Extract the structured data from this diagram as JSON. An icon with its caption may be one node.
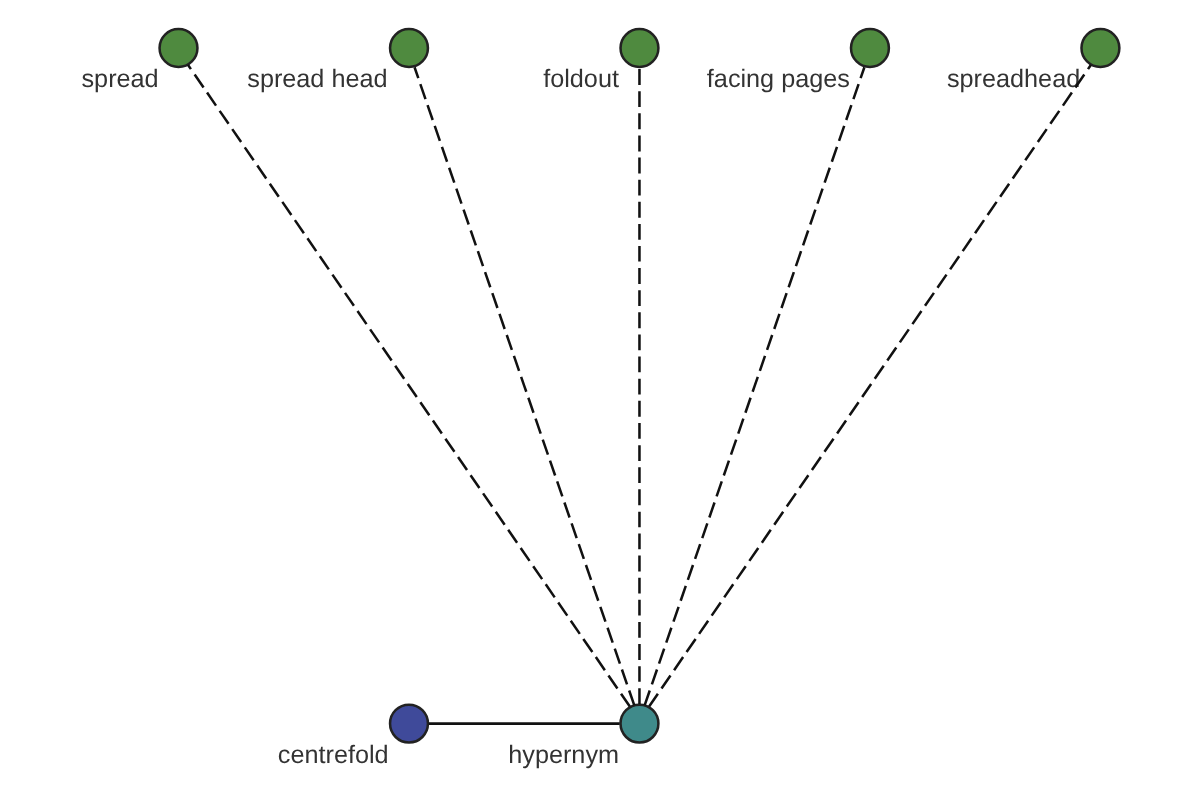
{
  "diagram": {
    "nodes": [
      {
        "text": [],
        "shape": "circle",
        "beside": [
          "spread"
        ]
      },
      {
        "text": [],
        "shape": "circle",
        "beside": [
          "spread head"
        ]
      },
      {
        "text": [],
        "shape": "circle",
        "beside": [
          "foldout"
        ]
      },
      {
        "text": [],
        "shape": "circle",
        "beside": [
          "centrefold"
        ]
      },
      {
        "text": [],
        "shape": "circle",
        "beside": [
          "hypernym"
        ]
      },
      {
        "text": [],
        "shape": "circle",
        "beside": [
          "facing pages"
        ]
      },
      {
        "text": [],
        "shape": "circle",
        "beside": [
          "spreadhead"
        ]
      }
    ],
    "edges": [
      {
        "from": 3,
        "to": 4,
        "arrow": "none"
      },
      {
        "from": 4,
        "to": 0,
        "arrow": "none",
        "style": "dashed"
      },
      {
        "from": 4,
        "to": 1,
        "arrow": "none",
        "style": "dashed"
      },
      {
        "from": 4,
        "to": 2,
        "arrow": "none",
        "style": "dashed"
      },
      {
        "from": 4,
        "to": 5,
        "arrow": "none",
        "style": "dashed"
      },
      {
        "from": 4,
        "to": 6,
        "arrow": "none",
        "style": "dashed"
      }
    ]
  }
}
